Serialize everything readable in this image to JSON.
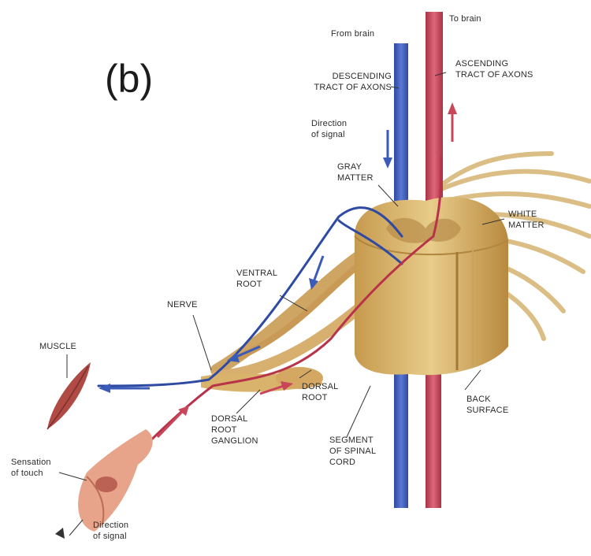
{
  "panel_letter": "(b)",
  "labels": {
    "from_brain": "From brain",
    "to_brain": "To brain",
    "descending_tract": "DESCENDING\nTRACT OF AXONS",
    "ascending_tract": "ASCENDING\nTRACT OF AXONS",
    "direction_of_signal_top": "Direction\nof signal",
    "gray_matter": "GRAY\nMATTER",
    "white_matter": "WHITE\nMATTER",
    "ventral_root": "VENTRAL\nROOT",
    "nerve": "NERVE",
    "muscle": "MUSCLE",
    "dorsal_root": "DORSAL\nROOT",
    "back_surface": "BACK\nSURFACE",
    "dorsal_root_ganglion": "DORSAL\nROOT\nGANGLION",
    "segment_of_spinal_cord": "SEGMENT\nOF SPINAL\nCORD",
    "sensation_of_touch": "Sensation\nof touch",
    "direction_of_signal_bottom": "Direction\nof signal"
  },
  "colors": {
    "motor_blue": "#3b5bb8",
    "sensory_red": "#c8455a",
    "cord_tan": "#d9b56c",
    "cord_dark": "#a8823c",
    "muscle_red": "#b04a44",
    "skin": "#e8a48a"
  }
}
